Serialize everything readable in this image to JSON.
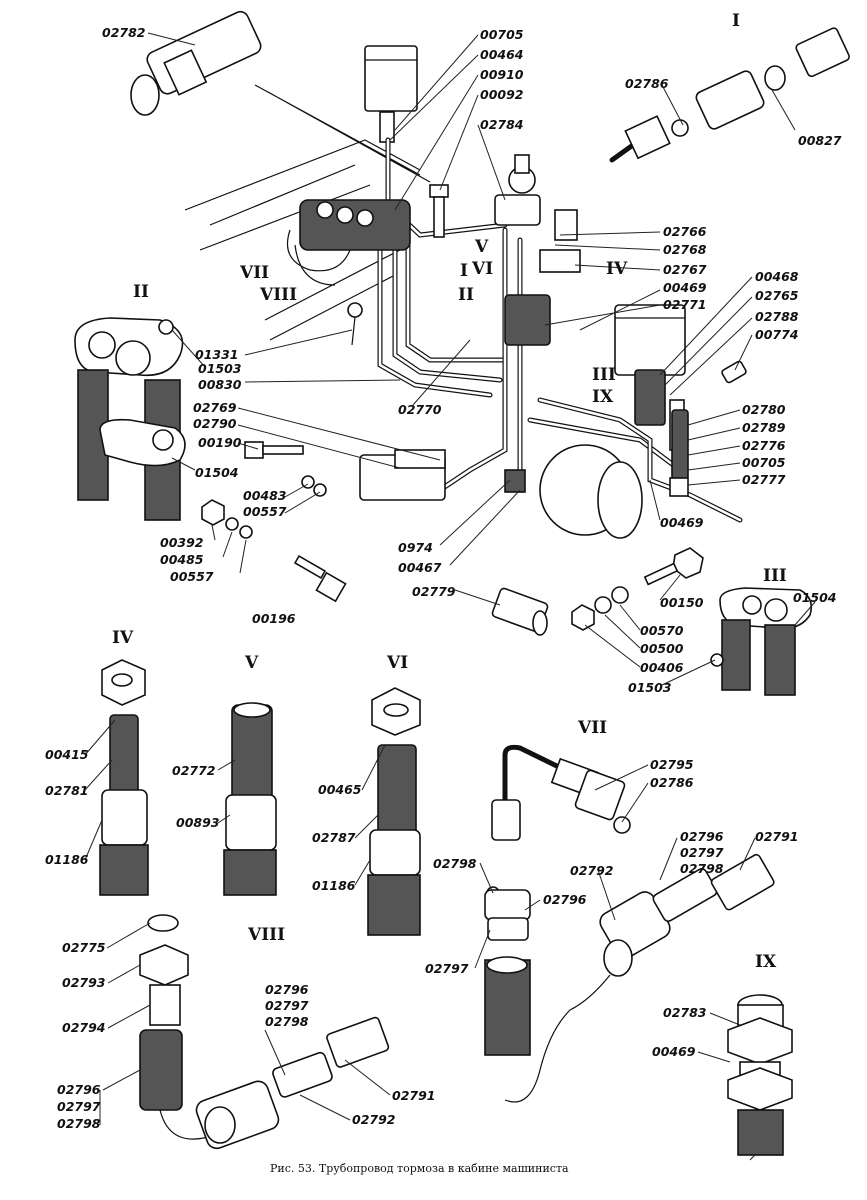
{
  "caption": "Рис. 53. Трубопровод тормоза в кабине машиниста",
  "roman_labels": {
    "I_top": "I",
    "II_left": "II",
    "III_right": "III",
    "IV": "IV",
    "V": "V",
    "VI": "VI",
    "VII": "VII",
    "VIII": "VIII",
    "IX": "IX",
    "m_VII": "VII",
    "m_VIII": "VIII",
    "m_I": "I",
    "m_II": "II",
    "m_V": "V",
    "m_VI": "VI",
    "m_IV": "IV",
    "m_III": "III",
    "m_IX": "IX"
  },
  "part_labels": {
    "p02782": "02782",
    "p00705a": "00705",
    "p00464": "00464",
    "p00910": "00910",
    "p00092": "00092",
    "p02784": "02784",
    "p02786a": "02786",
    "p00827": "00827",
    "p02766": "02766",
    "p02768": "02768",
    "p02767": "02767",
    "p00469a": "00469",
    "p02771": "02771",
    "p00468": "00468",
    "p02765": "02765",
    "p02788": "02788",
    "p00774": "00774",
    "p01331": "01331",
    "p01503a": "01503",
    "p00830": "00830",
    "p02770": "02770",
    "p02769": "02769",
    "p02790": "02790",
    "p00190": "00190",
    "p01504a": "01504",
    "p00483a": "00483",
    "p00557a": "00557",
    "p02780": "02780",
    "p02789": "02789",
    "p02776": "02776",
    "p00705b": "00705",
    "p02777": "02777",
    "p00469b": "00469",
    "p00392": "00392",
    "p00485": "00485",
    "p00557b": "00557",
    "p0974": "0974",
    "p00467": "00467",
    "p02779": "02779",
    "p00196": "00196",
    "p00150": "00150",
    "p00570": "00570",
    "p00500": "00500",
    "p00406": "00406",
    "p01503b": "01503",
    "p01504b": "01504",
    "p00415": "00415",
    "p02781": "02781",
    "p01186a": "01186",
    "p02772": "02772",
    "p00893": "00893",
    "p00465": "00465",
    "p02787": "02787",
    "p01186b": "01186",
    "p02795": "02795",
    "p02786b": "02786",
    "p02796a": "02796",
    "p02797a": "02797",
    "p02798a": "02798",
    "p02791a": "02791",
    "p02792a": "02792",
    "p02798b": "02798",
    "p02796b": "02796",
    "p02797b": "02797",
    "p02775": "02775",
    "p02793": "02793",
    "p02794": "02794",
    "p02796c": "02796",
    "p02797c": "02797",
    "p02798c": "02798",
    "p02796d": "02796",
    "p02797d": "02797",
    "p02798d": "02798",
    "p02791b": "02791",
    "p02792b": "02792",
    "p02783": "02783",
    "p00469c": "00469"
  }
}
